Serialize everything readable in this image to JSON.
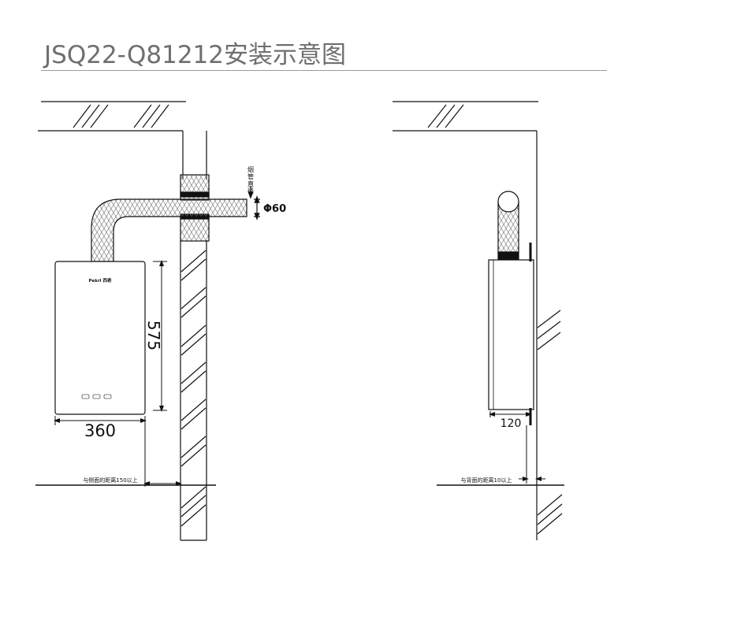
{
  "title": "JSQ22-Q81212安装示意图",
  "front_view": {
    "flue_label": [
      "烟",
      "管",
      "直",
      "径"
    ],
    "flue_diameter": "Φ60",
    "brand": "Pekrl 西奇",
    "height": "575",
    "width": "360",
    "side_clearance": "与侧面的距离150以上"
  },
  "side_view": {
    "depth": "120",
    "back_clearance": "与背面的距离10以上"
  },
  "colors": {
    "line": "#111111",
    "title": "#6f6f6f"
  }
}
